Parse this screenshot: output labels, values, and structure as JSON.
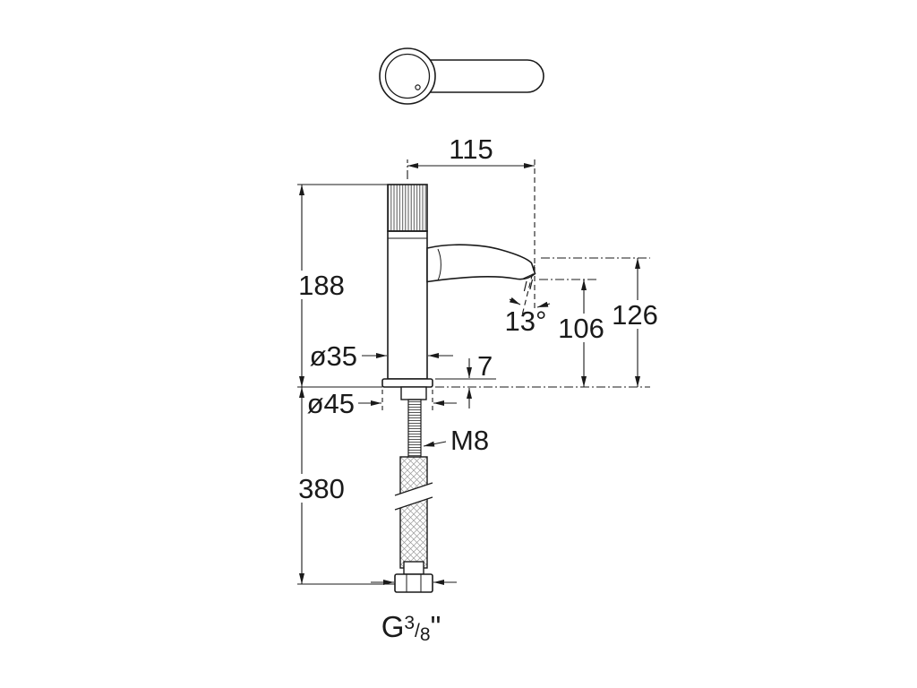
{
  "diagram": {
    "subject": "single-lever-basin-mixer-dimensional-drawing",
    "units": "mm",
    "colors": {
      "line": "#1a1a1a",
      "background": "#ffffff",
      "texture": "#888888"
    },
    "dims": {
      "spout_reach": "115",
      "height_deck_to_top": "188",
      "body_diameter": "ø35",
      "flange_height": "7",
      "flange_diameter": "ø45",
      "spout_angle": "13°",
      "spout_outlet_height": "106",
      "overall_height_above_deck": "126",
      "supply_length_below_deck": "380",
      "fixing_stud_thread": "M8",
      "connection": {
        "prefix": "G",
        "numerator": "3",
        "slash": "/",
        "denominator": "8",
        "suffix": "\""
      }
    }
  }
}
